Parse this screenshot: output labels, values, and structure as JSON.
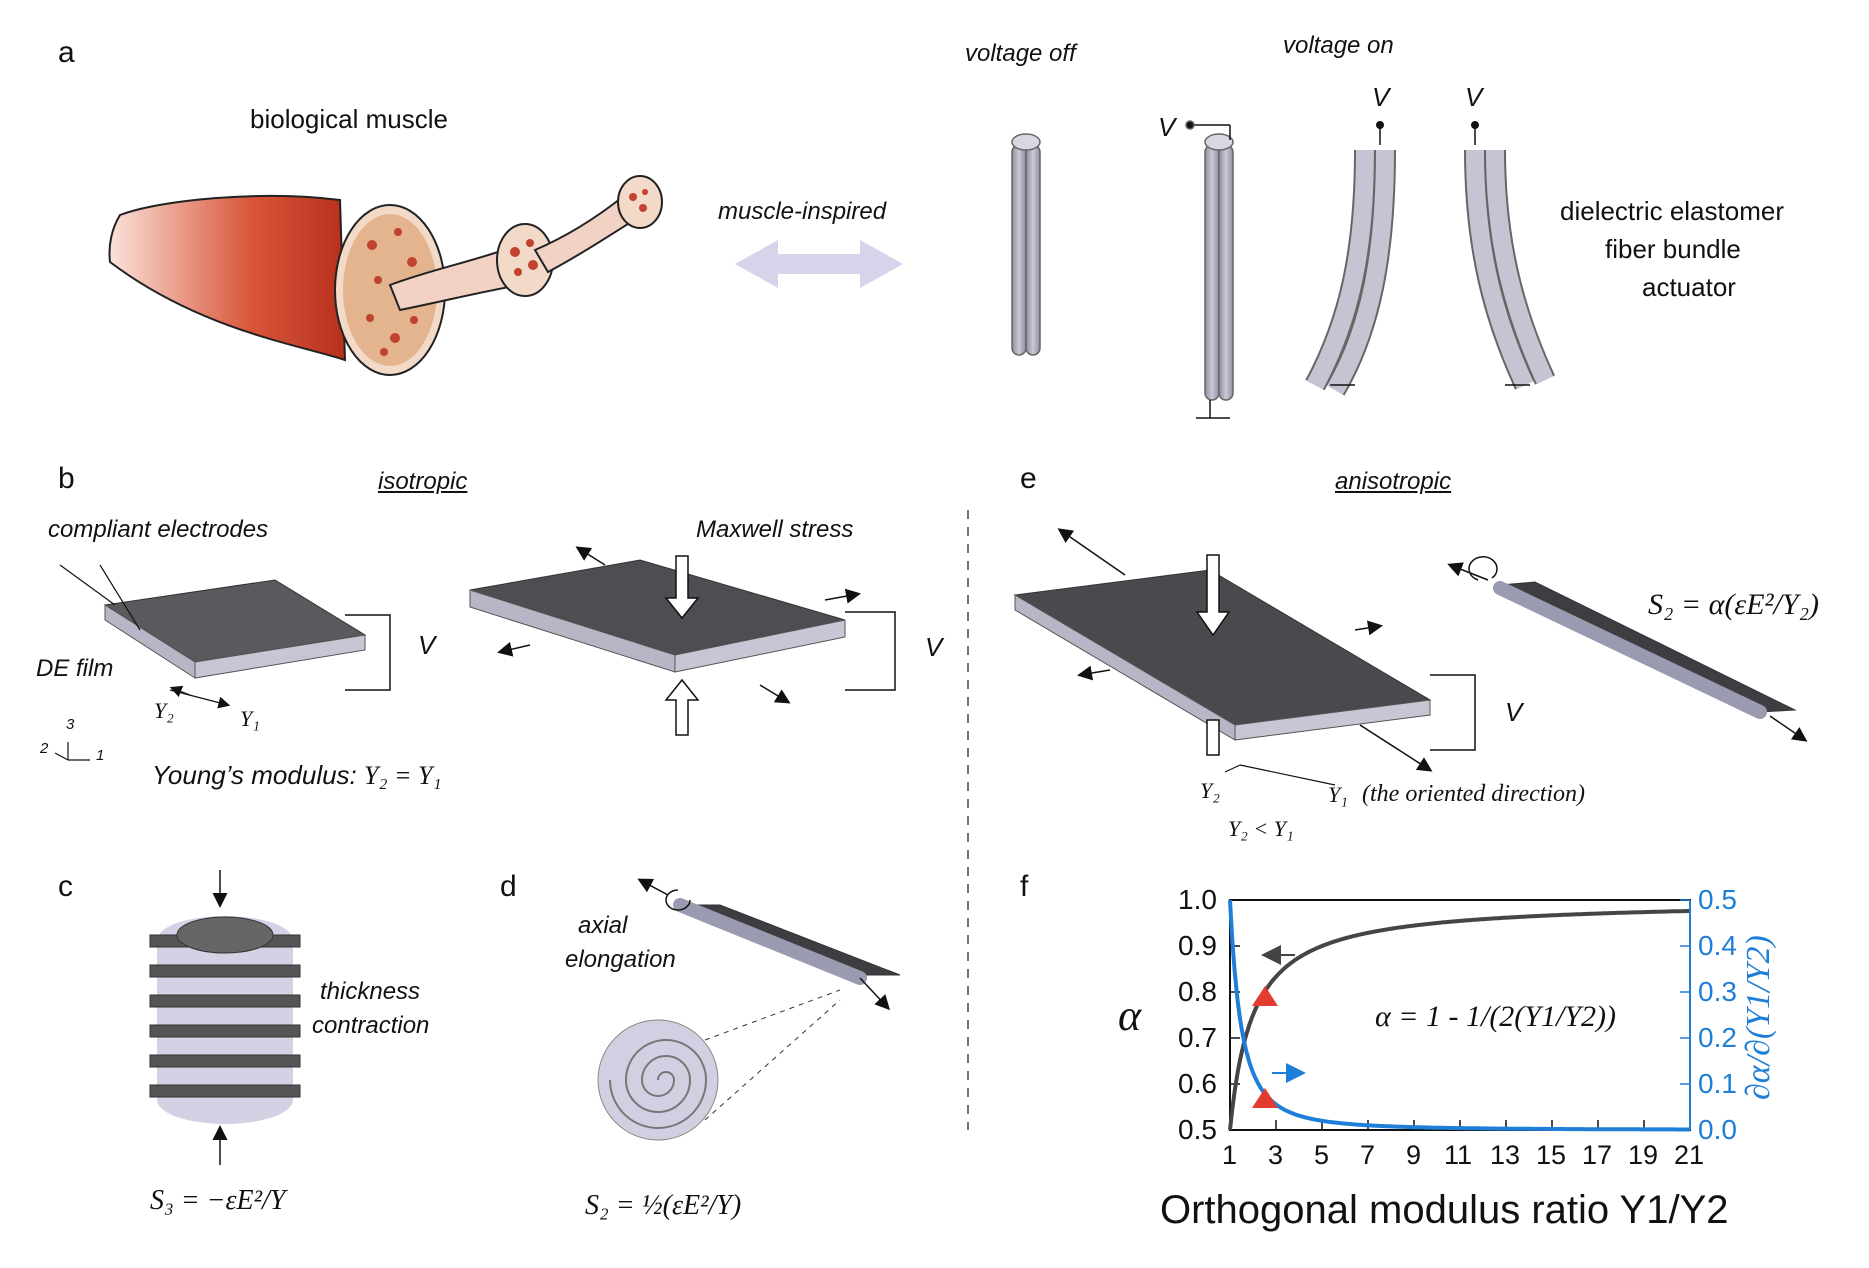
{
  "panels": {
    "a": "a",
    "b": "b",
    "c": "c",
    "d": "d",
    "e": "e",
    "f": "f"
  },
  "a": {
    "biological_muscle": "biological muscle",
    "muscle_inspired": "muscle-inspired",
    "voltage_off": "voltage off",
    "voltage_on": "voltage on",
    "v_label": "V",
    "actuator_line1": "dielectric elastomer",
    "actuator_line2": "fiber bundle",
    "actuator_line3": "actuator"
  },
  "b": {
    "isotropic": "isotropic",
    "compliant_electrodes": "compliant electrodes",
    "maxwell_stress": "Maxwell stress",
    "de_film": "DE film",
    "v": "V",
    "y2": "Y₂",
    "y1": "Y₁",
    "ax3": "3",
    "ax2": "2",
    "ax1": "1",
    "youngs_prefix": "Young’s modulus: ",
    "youngs_eq": "Y₂ = Y₁"
  },
  "c": {
    "thickness_line1": "thickness",
    "thickness_line2": "contraction",
    "eq": "S₃ = −εE²/Y"
  },
  "d": {
    "axial_line1": "axial",
    "axial_line2": "elongation",
    "eq": "S₂ = ½(εE²/Y)"
  },
  "e": {
    "anisotropic": "anisotropic",
    "v": "V",
    "y2": "Y₂",
    "y1": "Y₁",
    "oriented": "(the oriented direction)",
    "ineq": "Y₂ < Y₁",
    "eq": "S₂ = α(εE²/Y₂)"
  },
  "chart_data": {
    "type": "line",
    "xlabel": "Orthogonal modulus ratio Y1/Y2",
    "ylabel_left": "α",
    "ylabel_right": "∂α/∂(Y1/Y2)",
    "xlim": [
      1,
      21
    ],
    "ylim_left": [
      0.5,
      1.0
    ],
    "ylim_right": [
      0.0,
      0.5
    ],
    "x_ticks": [
      "1",
      "3",
      "5",
      "7",
      "9",
      "11",
      "13",
      "15",
      "17",
      "19",
      "21"
    ],
    "y_ticks_left": [
      "0.5",
      "0.6",
      "0.7",
      "0.8",
      "0.9",
      "1.0"
    ],
    "y_ticks_right": [
      "0.0",
      "0.1",
      "0.2",
      "0.3",
      "0.4",
      "0.5"
    ],
    "formula": "α = 1 - 1/(2(Y1/Y2))",
    "series": [
      {
        "name": "α",
        "color": "#454545",
        "axis": "left",
        "formula": "1-1/(2x)"
      },
      {
        "name": "∂α/∂(Y1/Y2)",
        "color": "#1f7fd8",
        "axis": "right",
        "formula": "1/(2x^2)"
      }
    ],
    "markers": [
      {
        "x": 2.8,
        "y_left": 0.82
      },
      {
        "x": 2.8,
        "y_right": 0.064
      }
    ]
  }
}
